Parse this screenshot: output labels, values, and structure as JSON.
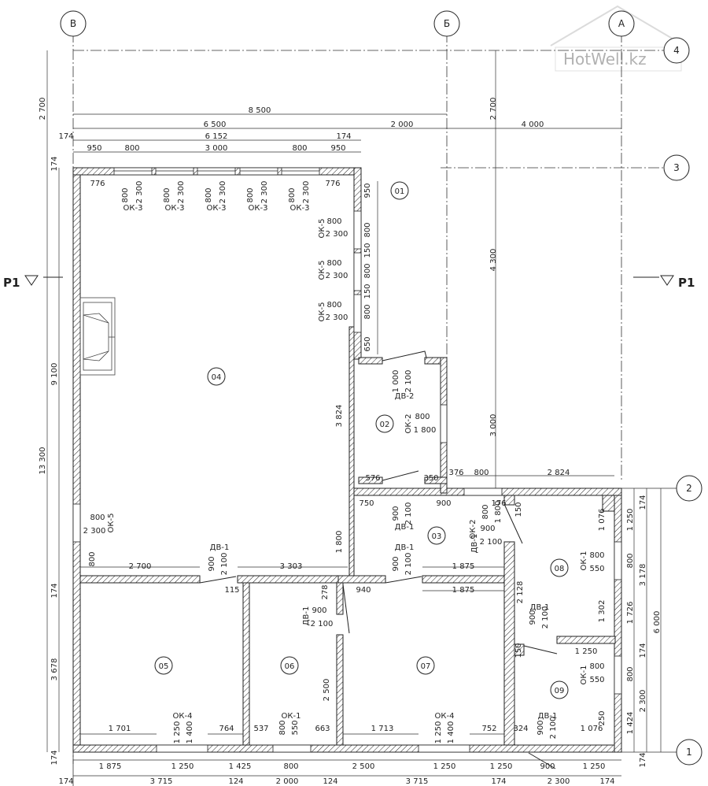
{
  "watermark": "HotWell.kz",
  "axes": {
    "v": [
      "В",
      "Б",
      "А"
    ],
    "h": [
      "4",
      "3",
      "2",
      "1"
    ]
  },
  "section": "Р1",
  "rooms": [
    "01",
    "02",
    "03",
    "04",
    "05",
    "06",
    "07",
    "08",
    "09"
  ],
  "top_dims": {
    "row1": [
      "8 500"
    ],
    "row2": [
      "6 500",
      "2 000",
      "4 000"
    ],
    "row3": [
      "174",
      "6 152",
      "174"
    ],
    "row4": [
      "950",
      "800",
      "3 000",
      "800",
      "950"
    ]
  },
  "left_dims": [
    "2 700",
    "174",
    "9 100",
    "13 300",
    "174",
    "3 678",
    "174"
  ],
  "right_dims": [
    "174",
    "1 250",
    "3 178",
    "1 726",
    "6 000",
    "174",
    "2 300",
    "174"
  ],
  "bottom_dims": {
    "row1": [
      "1 875",
      "1 250",
      "1 425",
      "800",
      "2 500",
      "1 250",
      "1 250",
      "900",
      "1 250"
    ],
    "row2": [
      "174",
      "3 715",
      "124",
      "2 000",
      "124",
      "3 715",
      "174",
      "2 300",
      "174"
    ]
  },
  "inner_dims": {
    "d776a": "776",
    "d776b": "776",
    "d4300": "4 300",
    "d2700r": "2 700",
    "d3000": "3 000",
    "d950": "950",
    "d800a": "800",
    "d150a": "150",
    "d800b": "800",
    "d150b": "150",
    "d800c": "800",
    "d650": "650",
    "d3824": "3 824",
    "d1800": "1 800",
    "d576": "576",
    "d350": "350",
    "d376": "376",
    "d800d": "800",
    "d2824": "2 824",
    "d750": "750",
    "d900a": "900",
    "d176": "176",
    "d150c": "150",
    "d2700": "2 700",
    "d3303": "3 303",
    "d1875a": "1 875",
    "d1875b": "1 875",
    "d800e": "800",
    "d115": "115",
    "d278": "278",
    "d940": "940",
    "d2128": "2 128",
    "d1076": "1 076",
    "d1302": "1 302",
    "d1250": "1 250",
    "d150d": "150",
    "d2500": "2 500",
    "d1701": "1 701",
    "d764": "764",
    "d537": "537",
    "d663": "663",
    "d1713": "1 713",
    "d752": "752",
    "d324": "324",
    "d1076b": "1 076",
    "d250": "250",
    "d800f": "800",
    "d800g": "800",
    "d1424": "1 424"
  },
  "windows": {
    "ok3": {
      "tag": "ОК-3",
      "w": "800",
      "h": "2 300"
    },
    "ok5": {
      "tag": "ОК-5",
      "w": "800",
      "h": "2 300"
    },
    "ok2": {
      "tag": "ОК-2",
      "w": "800",
      "h": "1 800"
    },
    "ok1": {
      "tag": "ОК-1",
      "w": "800",
      "h": "550"
    },
    "ok4": {
      "tag": "ОК-4",
      "w": "1 250",
      "h": "1 400"
    },
    "ok1b": {
      "tag": "ОК-1",
      "w": "800",
      "h": "550"
    }
  },
  "doors": {
    "dv1": {
      "tag": "ДВ-1",
      "w": "900",
      "h": "2 100"
    },
    "dv2": {
      "tag": "ДВ-2",
      "w": "1 000",
      "h": "2 100"
    }
  }
}
